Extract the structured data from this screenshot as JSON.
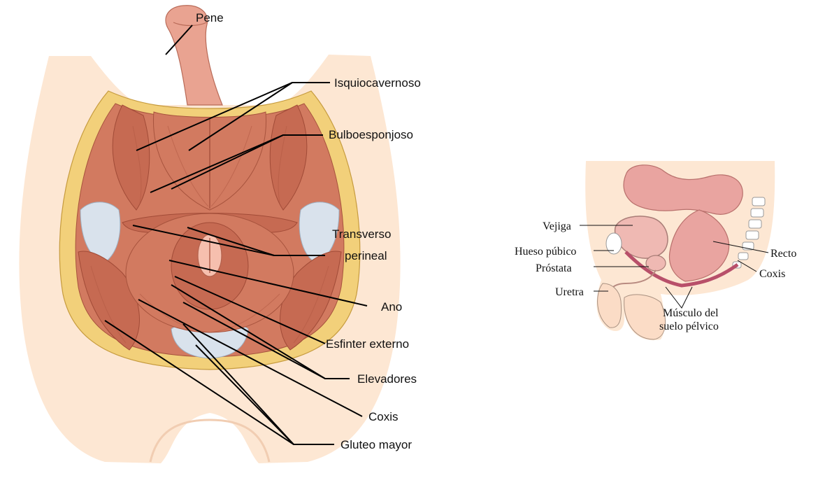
{
  "left_panel": {
    "labels": {
      "pene": "Pene",
      "isquiocavernoso": "Isquiocavernoso",
      "bulboesponjoso": "Bulboesponjoso",
      "transverso_line1": "Transverso",
      "transverso_line2": "perineal",
      "ano": "Ano",
      "esfinter_externo": "Esfinter externo",
      "elevadores": "Elevadores",
      "coxis": "Coxis",
      "gluteo_mayor": "Gluteo mayor"
    }
  },
  "right_panel": {
    "labels": {
      "vejiga": "Vejiga",
      "hueso_pubico": "Hueso púbico",
      "prostata": "Próstata",
      "uretra": "Uretra",
      "recto": "Recto",
      "coxis": "Coxis",
      "musculo_line1": "Músculo del",
      "musculo_line2": "suelo pélvico"
    }
  },
  "colors": {
    "skin": "#fde7d3",
    "muscle": "#d27a60",
    "fat": "#f2d07a",
    "fascia": "#d9e2ec",
    "organ": "#e9a4a0"
  }
}
